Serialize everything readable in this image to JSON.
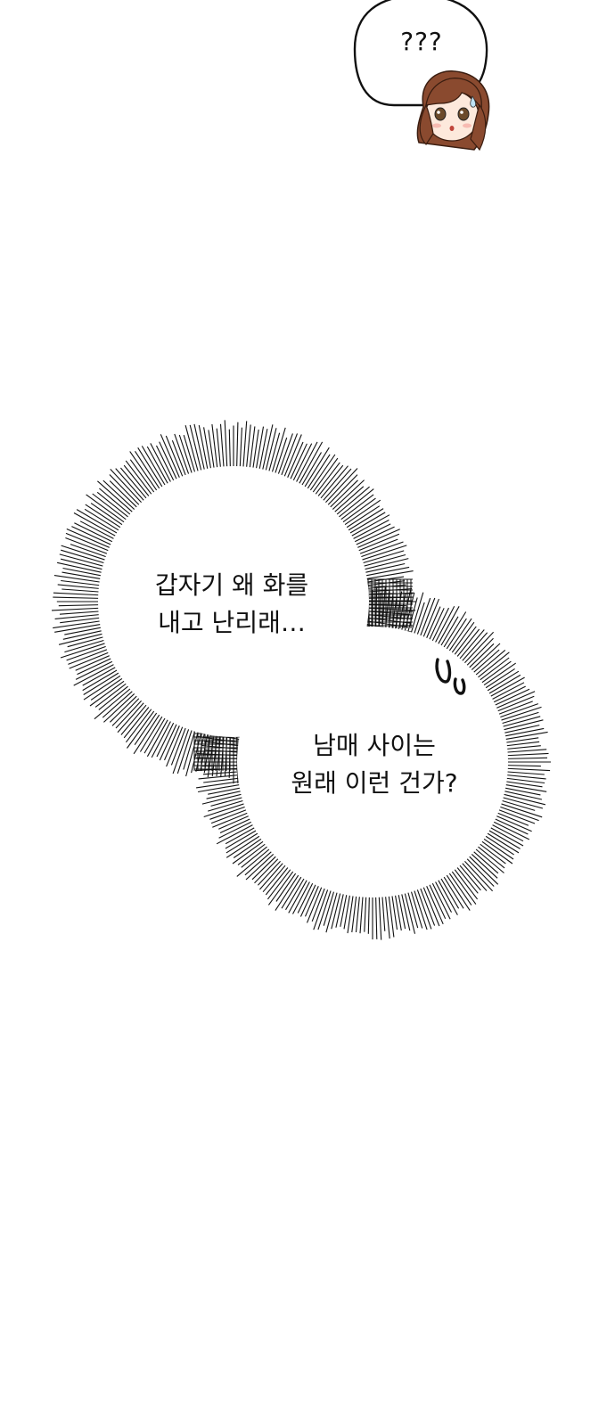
{
  "panel_top": {
    "bubble_text": "???",
    "character": "brown-haired-girl-chibi"
  },
  "thought_bubble_1": {
    "line1": "갑자기 왜 화를",
    "line2": "내고 난리래…"
  },
  "thought_bubble_2": {
    "line1": "남매 사이는",
    "line2": "원래 이런 건가?"
  },
  "sfx": "sweat-drops",
  "colors": {
    "background": "#ffffff",
    "ink": "#111111",
    "hair": "#8a4a2f",
    "skin": "#fde9dc"
  }
}
